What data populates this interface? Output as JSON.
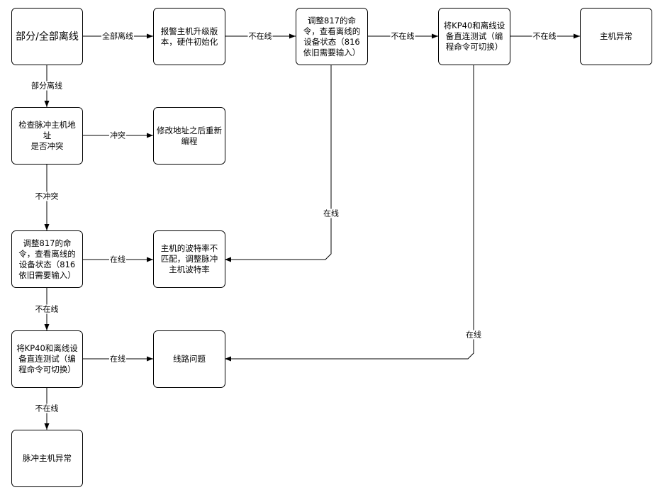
{
  "diagram": {
    "nodes": [
      {
        "id": "offline",
        "text": "部分/全部离线"
      },
      {
        "id": "report_upgrade",
        "text": "报警主机升级版\n本，硬件初始化"
      },
      {
        "id": "adjust817_top",
        "text": "调整817的命\n令，查看离线的\n设备状态（816\n依旧需要输入）"
      },
      {
        "id": "kp40_top",
        "text": "将KP40和离线设\n备直连测试（编\n程命令可切换）"
      },
      {
        "id": "host_abnormal",
        "text": "主机异常"
      },
      {
        "id": "check_address",
        "text": "检查脉冲主机地址\n是否冲突"
      },
      {
        "id": "modify_address",
        "text": "修改地址之后重新\n编程"
      },
      {
        "id": "adjust817_left",
        "text": "调整817的命\n令，查看离线的\n设备状态（816\n依旧需要输入）"
      },
      {
        "id": "baud_mismatch",
        "text": "主机的波特率不\n匹配，调整脉冲\n主机波特率"
      },
      {
        "id": "kp40_left",
        "text": "将KP40和离线设\n备直连测试（编\n程命令可切换）"
      },
      {
        "id": "line_problem",
        "text": "线路问题"
      },
      {
        "id": "pulse_abnormal",
        "text": "脉冲主机异常"
      }
    ],
    "edges": [
      {
        "id": "e1",
        "label": "全部离线"
      },
      {
        "id": "e2",
        "label": "不在线"
      },
      {
        "id": "e3",
        "label": "不在线"
      },
      {
        "id": "e4",
        "label": "不在线"
      },
      {
        "id": "e5",
        "label": "部分离线"
      },
      {
        "id": "e6",
        "label": "冲突"
      },
      {
        "id": "e7",
        "label": "不冲突"
      },
      {
        "id": "e8",
        "label": "在线"
      },
      {
        "id": "e9",
        "label": "在线"
      },
      {
        "id": "e10",
        "label": "不在线"
      },
      {
        "id": "e11",
        "label": "在线"
      },
      {
        "id": "e12",
        "label": "在线"
      },
      {
        "id": "e13",
        "label": "不在线"
      }
    ]
  }
}
